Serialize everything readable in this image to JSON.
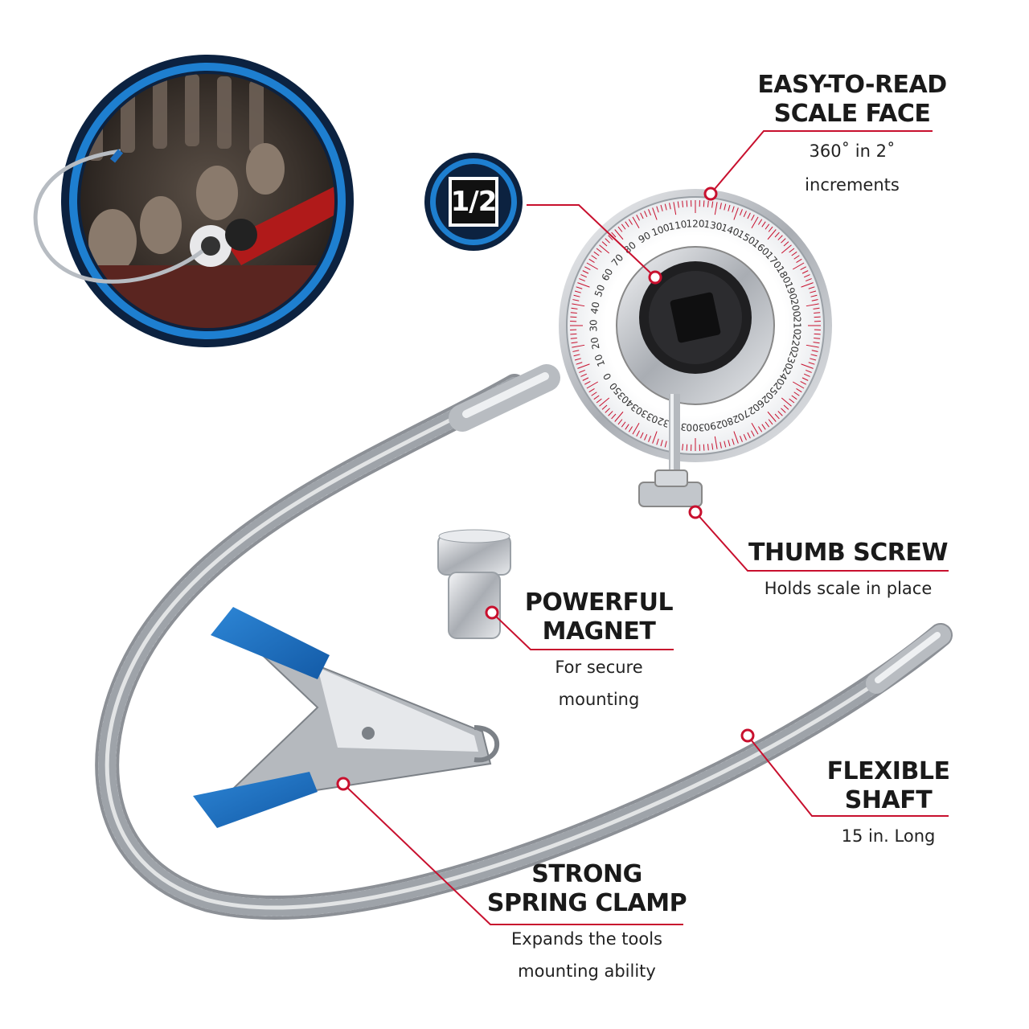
{
  "badge": {
    "label": "1/2"
  },
  "colors": {
    "accent_red": "#c8102e",
    "blue": "#1e6fbf",
    "navy": "#0c2240",
    "steel": "#c9ccd1"
  },
  "callouts": {
    "scale_face": {
      "title_line1": "EASY-TO-READ",
      "title_line2": "SCALE FACE",
      "desc_line1": "360˚ in 2˚",
      "desc_line2": "increments"
    },
    "thumb_screw": {
      "title": "THUMB SCREW",
      "desc": "Holds scale in place"
    },
    "magnet": {
      "title_line1": "POWERFUL",
      "title_line2": "MAGNET",
      "desc_line1": "For secure",
      "desc_line2": "mounting"
    },
    "shaft": {
      "title_line1": "FLEXIBLE",
      "title_line2": "SHAFT",
      "desc": "15 in. Long"
    },
    "clamp": {
      "title_line1": "STRONG",
      "title_line2": "SPRING CLAMP",
      "desc_line1": "Expands the tools",
      "desc_line2": "mounting ability"
    }
  },
  "dial": {
    "labels": [
      "0",
      "10",
      "20",
      "30",
      "40",
      "50",
      "60",
      "70",
      "80",
      "90",
      "100",
      "110",
      "120",
      "130",
      "140",
      "150",
      "160",
      "170",
      "180",
      "190",
      "200",
      "210",
      "220",
      "230",
      "240",
      "250",
      "260",
      "270",
      "280",
      "290",
      "300",
      "310",
      "320",
      "330",
      "340",
      "350"
    ]
  },
  "inset": {
    "icon": "engine-photo"
  }
}
